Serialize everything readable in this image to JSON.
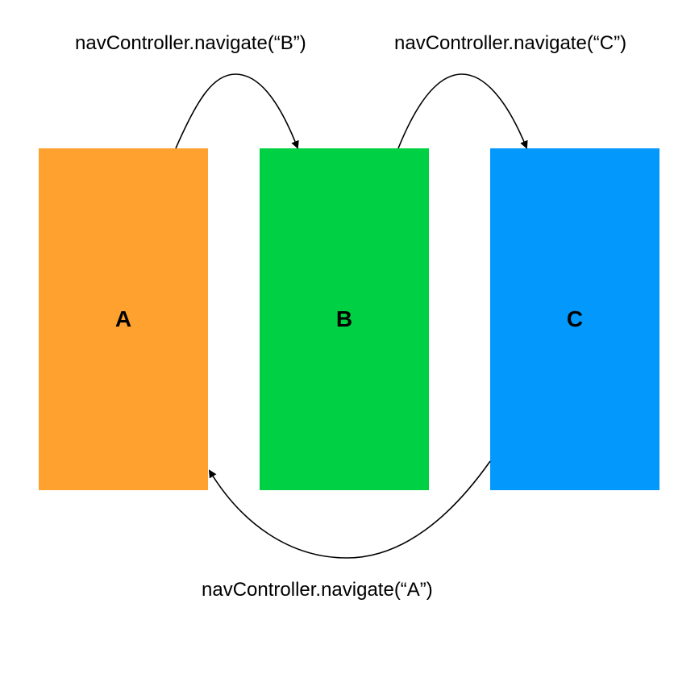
{
  "screens": [
    {
      "label": "A",
      "color": "#FFA12E"
    },
    {
      "label": "B",
      "color": "#00D043"
    },
    {
      "label": "C",
      "color": "#0398FB"
    }
  ],
  "transitions": [
    {
      "from": "A",
      "to": "B",
      "label": "navController.navigate(“B”)"
    },
    {
      "from": "B",
      "to": "C",
      "label": "navController.navigate(“C”)"
    },
    {
      "from": "C",
      "to": "A",
      "label": "navController.navigate(“A”)"
    }
  ]
}
